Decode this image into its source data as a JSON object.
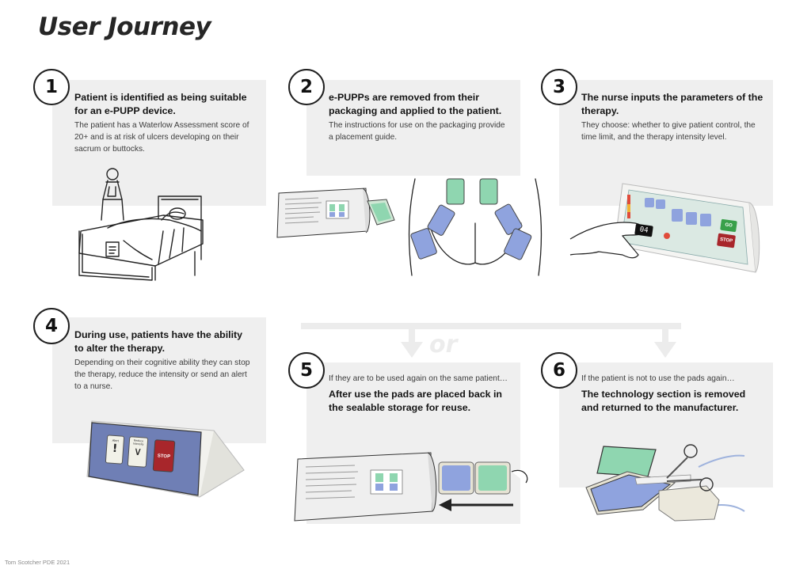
{
  "page": {
    "title": "User Journey",
    "credit": "Tom Scotcher PDE 2021",
    "or_label": "or"
  },
  "steps": [
    {
      "number": "1",
      "heading": "Patient is identified as being suitable for an e-PUPP device.",
      "body": "The patient has a Waterlow Assessment score of 20+ and is at risk of ulcers developing on their sacrum or buttocks."
    },
    {
      "number": "2",
      "heading": "e-PUPPs are removed from their packaging and applied to the patient.",
      "body": "The instructions for use on the packaging provide a placement guide."
    },
    {
      "number": "3",
      "heading": "The nurse inputs the parameters of the therapy.",
      "body": "They choose: whether to give patient control, the time limit, and the therapy intensity level."
    },
    {
      "number": "4",
      "heading": "During use, patients have the ability to alter the therapy.",
      "body": "Depending on their cognitive ability they can stop the therapy, reduce the intensity or send an alert to a nurse."
    },
    {
      "number": "5",
      "intro": "If they are to be used again on the same patient…",
      "heading": "After use the pads are placed back in the sealable storage for reuse."
    },
    {
      "number": "6",
      "intro": "If the patient is not to use the pads again…",
      "heading": "The technology section is removed and returned to the manufacturer."
    }
  ],
  "device_labels": {
    "display_value": "04",
    "go_button": "GO",
    "stop_button": "STOP",
    "remote_stop": "STOP",
    "remote_alert_label": "Alert",
    "remote_reduce_label": "Reduce Intensity"
  },
  "colors": {
    "panel_bg": "#efefef",
    "pad_green": "#8fd6b0",
    "pad_blue": "#8fa3de",
    "stop_red": "#a8262b",
    "go_green": "#39a04a",
    "remote_face": "#6f7fb5"
  }
}
